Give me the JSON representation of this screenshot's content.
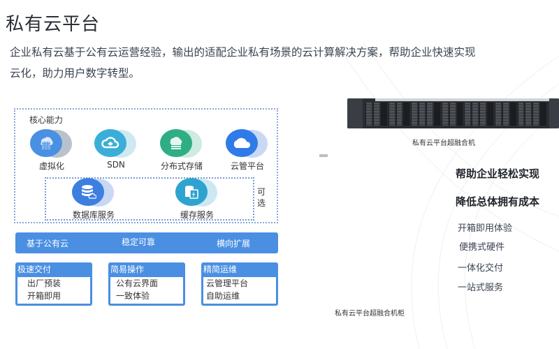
{
  "page": {
    "title": "私有云平台",
    "intro_line1": "企业私有云基于公有云运营经验，输出的适配企业私有场景的云计算解决方案，帮助企业快速实现",
    "intro_line2": "云化，助力用户数字转型。"
  },
  "core": {
    "label": "核心能力",
    "capabilities": [
      {
        "label": "虚拟化",
        "icon": "server-cloud-icon",
        "color": "#4a90e2",
        "shadow": "#b9c2cc"
      },
      {
        "label": "SDN",
        "icon": "cloud-sync-icon",
        "color": "#3aaed8",
        "shadow": "#cfe9f2"
      },
      {
        "label": "分布式存储",
        "icon": "cloud-storage-icon",
        "color": "#2fae86",
        "shadow": "#cdebdf"
      },
      {
        "label": "云管平台",
        "icon": "cloud-icon",
        "color": "#2f7be8",
        "shadow": "#c9d9f5"
      }
    ],
    "optional_label": "可选",
    "optional_services": [
      {
        "label": "数据库服务",
        "icon": "database-icon",
        "color": "#3d7fe0",
        "shadow": "#c8d7f3"
      },
      {
        "label": "缓存服务",
        "icon": "cache-icon",
        "color": "#2ea3d0",
        "shadow": "#cde8f2"
      }
    ]
  },
  "feature_bar": {
    "items": [
      "基于公有云",
      "稳定可靠",
      "横向扩展"
    ],
    "color": "#4a8fe2"
  },
  "categories": [
    {
      "title": "极速交付",
      "items": [
        "出厂预装",
        "开箱即用"
      ]
    },
    {
      "title": "简易操作",
      "items": [
        "公有云界面",
        "一致体验"
      ]
    },
    {
      "title": "精简运维",
      "items": [
        "云管理平台",
        "自助运维"
      ]
    }
  ],
  "right": {
    "server_caption": "私有云平台超融合机",
    "benefit_heads": [
      "帮助企业轻松实现",
      "降低总体拥有成本"
    ],
    "benefit_items": [
      "开箱即用体验",
      "便携式硬件",
      "一体化交付",
      "一站式服务"
    ],
    "rack_caption": "私有云平台超融合机柜"
  }
}
